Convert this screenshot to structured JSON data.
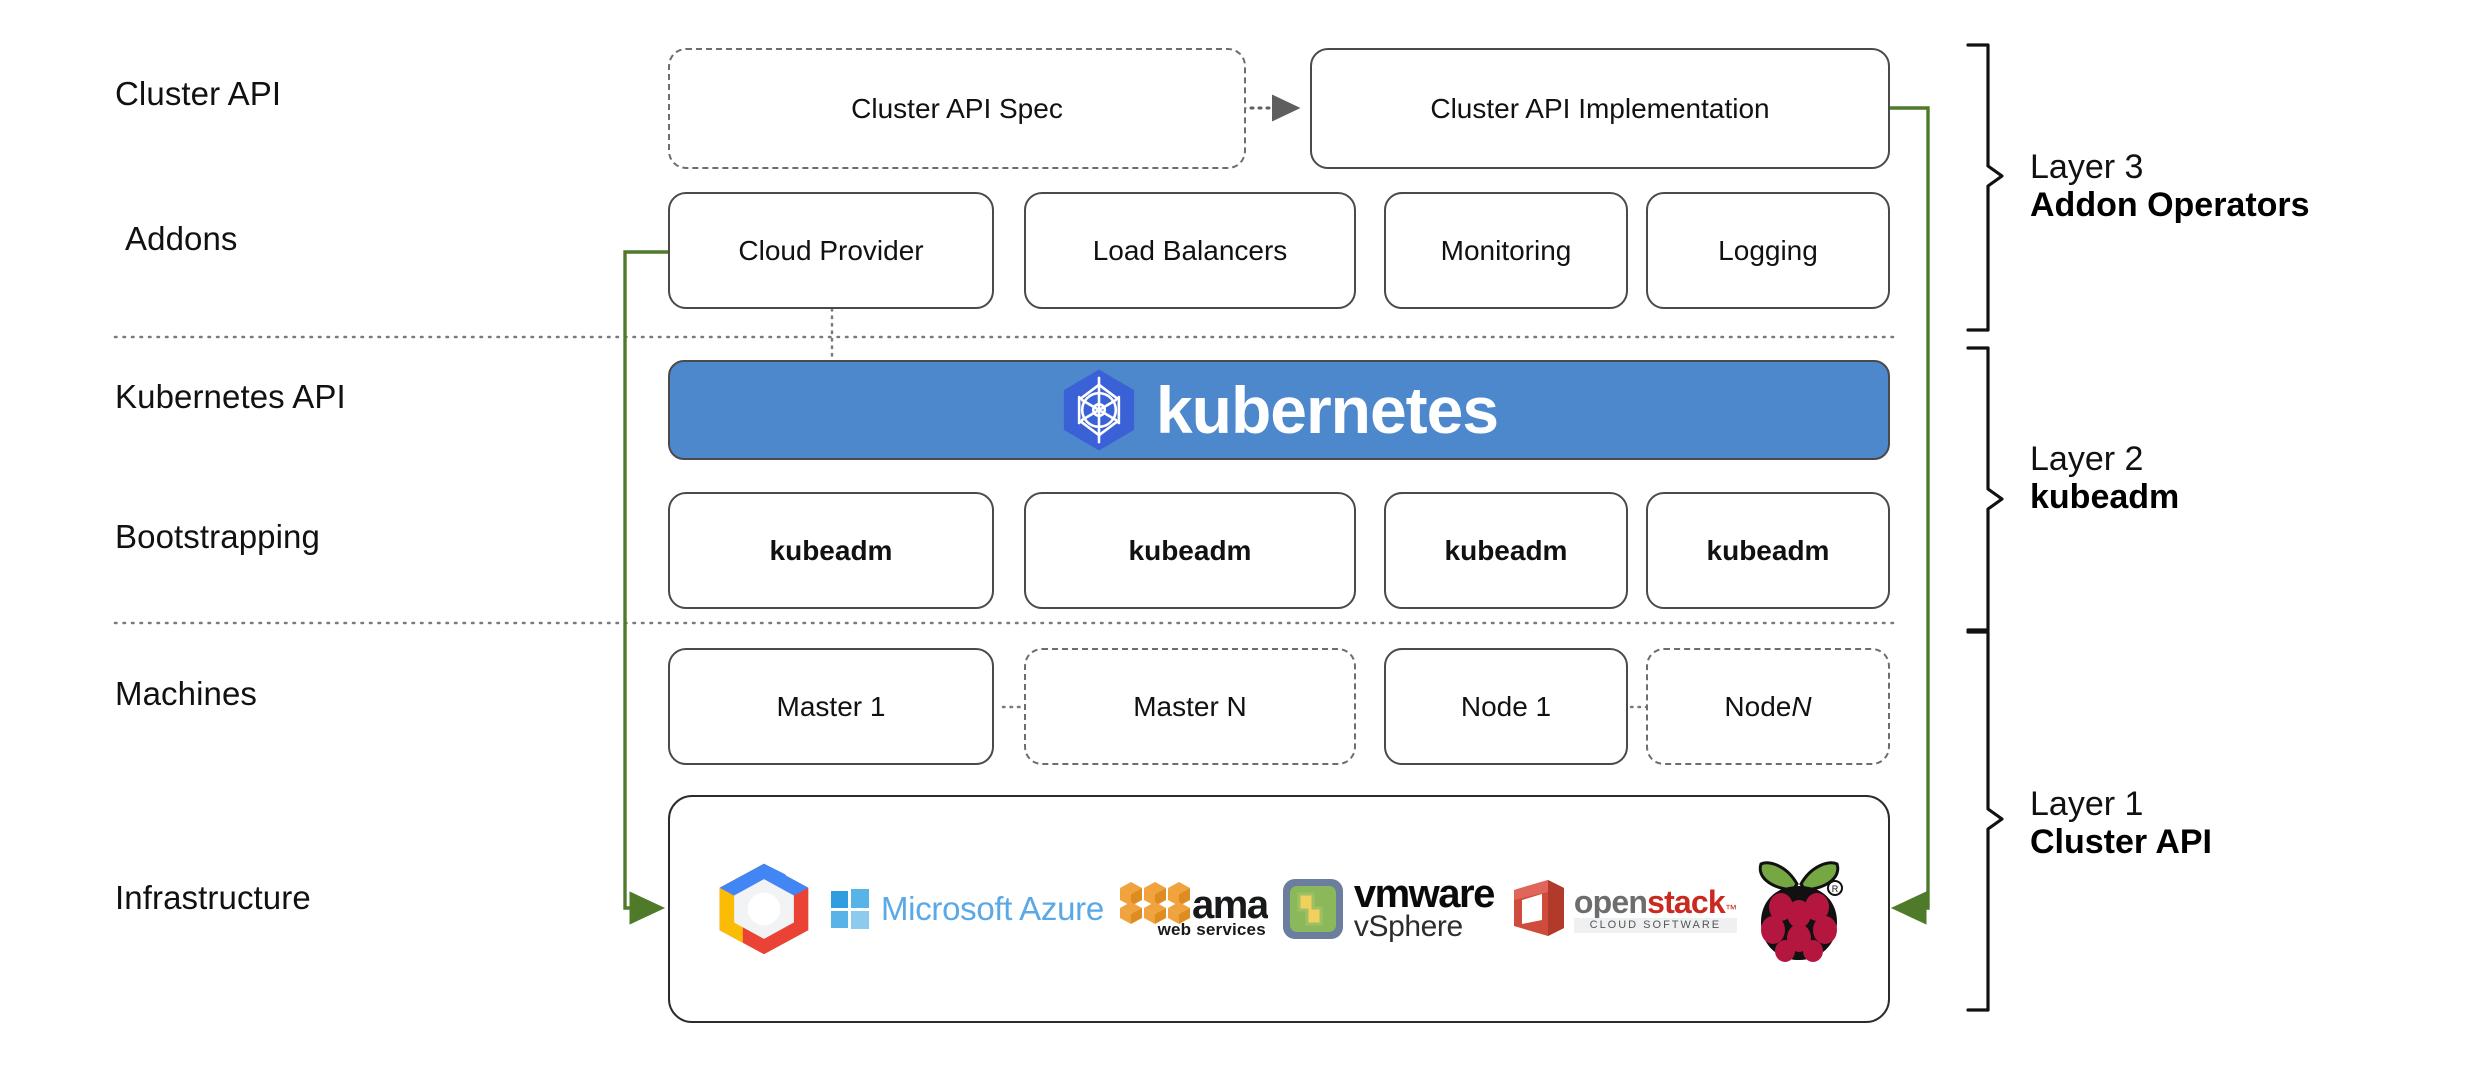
{
  "diagram": {
    "title": "Kubernetes Cluster API layered architecture",
    "accent_green": "#4f7a2a",
    "kubernetes_blue": "#4d88cc",
    "box_border": "#4a4a4a"
  },
  "row_labels": [
    {
      "id": "cluster-api",
      "text": "Cluster API"
    },
    {
      "id": "addons",
      "text": "Addons"
    },
    {
      "id": "kubernetes-api",
      "text": "Kubernetes API"
    },
    {
      "id": "bootstrapping",
      "text": "Bootstrapping"
    },
    {
      "id": "machines",
      "text": "Machines"
    },
    {
      "id": "infrastructure",
      "text": "Infrastructure"
    }
  ],
  "cluster_api_row": {
    "spec": {
      "label": "Cluster API Spec",
      "border": "dashed"
    },
    "implementation": {
      "label": "Cluster API Implementation",
      "border": "solid"
    }
  },
  "addons_row": [
    {
      "label": "Cloud Provider"
    },
    {
      "label": "Load Balancers"
    },
    {
      "label": "Monitoring"
    },
    {
      "label": "Logging"
    }
  ],
  "kubernetes_banner": {
    "wordmark": "kubernetes",
    "logo_name": "kubernetes-helm-wheel-logo"
  },
  "bootstrapping_row": [
    {
      "label": "kubeadm"
    },
    {
      "label": "kubeadm"
    },
    {
      "label": "kubeadm"
    },
    {
      "label": "kubeadm"
    }
  ],
  "machines_row": [
    {
      "label": "Master 1",
      "border": "solid",
      "italic_suffix": ""
    },
    {
      "label": "Master N",
      "border": "dashed",
      "italic_suffix": ""
    },
    {
      "label": "Node 1",
      "border": "solid",
      "italic_suffix": ""
    },
    {
      "label": "Node ",
      "border": "dashed",
      "italic_suffix": "N"
    }
  ],
  "infrastructure_row": {
    "providers": [
      {
        "name": "google-cloud-platform",
        "text": ""
      },
      {
        "name": "microsoft-azure",
        "text": "Microsoft Azure"
      },
      {
        "name": "amazon-web-services",
        "text": "amazon",
        "subtext": "web services"
      },
      {
        "name": "vmware-vsphere",
        "text": "vmware",
        "subtext": "vSphere"
      },
      {
        "name": "openstack",
        "text_a": "open",
        "text_b": "stack",
        "subtext": "CLOUD SOFTWARE"
      },
      {
        "name": "raspberry-pi",
        "text": ""
      }
    ]
  },
  "layers": [
    {
      "id": "layer-3",
      "name": "Layer 3",
      "subject": "Addon Operators"
    },
    {
      "id": "layer-2",
      "name": "Layer 2",
      "subject": "kubeadm"
    },
    {
      "id": "layer-1",
      "name": "Layer 1",
      "subject": "Cluster API"
    }
  ]
}
